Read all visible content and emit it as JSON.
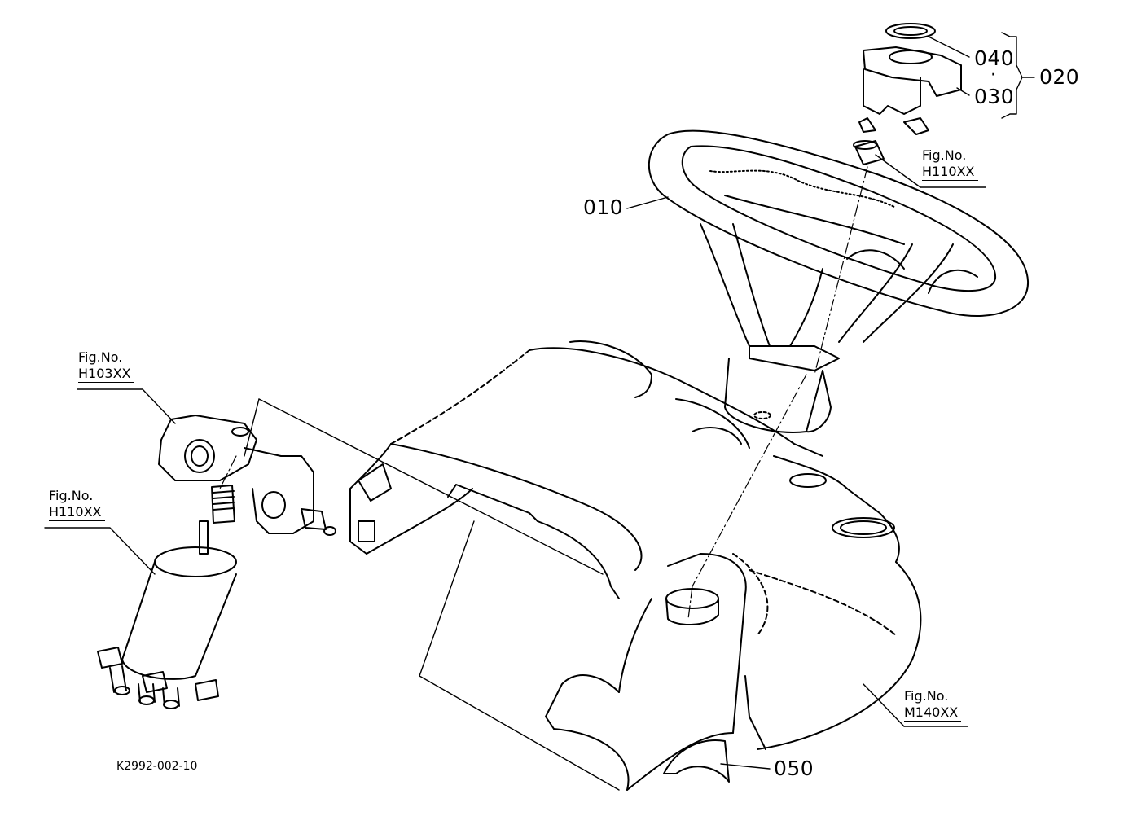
{
  "parts": [
    {
      "id": "p010",
      "label": "010"
    },
    {
      "id": "p020",
      "label": "020"
    },
    {
      "id": "p030",
      "label": "030"
    },
    {
      "id": "p040",
      "label": "040"
    },
    {
      "id": "p050",
      "label": "050"
    }
  ],
  "fig_refs": [
    {
      "prefix": "Fig.No.",
      "code": "H110XX"
    },
    {
      "prefix": "Fig.No.",
      "code": "H103XX"
    },
    {
      "prefix": "Fig.No.",
      "code": "H110XX"
    },
    {
      "prefix": "Fig.No.",
      "code": "M140XX"
    }
  ],
  "separator": "·",
  "drawing_id": "K2992-002-10"
}
